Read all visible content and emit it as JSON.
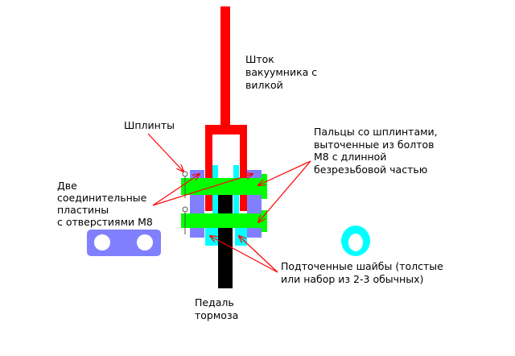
{
  "labels": {
    "rod": [
      "Шток",
      "вакуумника с",
      "вилкой"
    ],
    "cotter_pins": [
      "Шплинты"
    ],
    "plates": [
      "Две",
      "соединительные",
      "пластины",
      "с отверстиями M8"
    ],
    "pins": [
      "Пальцы со шплинтами,",
      "выточенные из болтов",
      "M8 с длинной",
      "безрезьбовой частью"
    ],
    "washers": [
      "Подточенные шайбы (толстые",
      "или набор из 2-3 обычных)"
    ],
    "pedal": [
      "Педаль",
      "тормоза"
    ]
  },
  "colors": {
    "rod": "#ff0000",
    "plate": "#8080ff",
    "pin": "#00ff00",
    "washer": "#00ffff",
    "pedal": "#000000",
    "arrow": "#ff0000"
  }
}
